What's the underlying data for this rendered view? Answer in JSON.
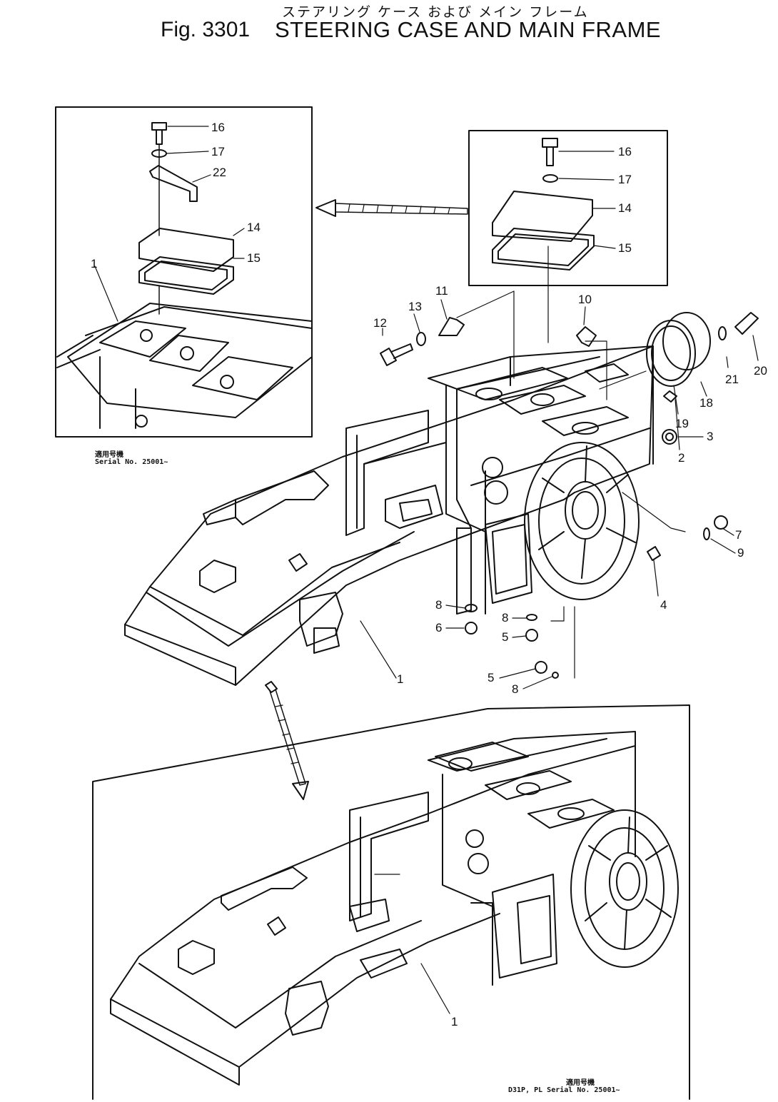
{
  "header": {
    "figure_number": "Fig. 3301",
    "title_jp": "ステアリング ケース および メイン フレーム",
    "title_en": "STEERING CASE AND MAIN FRAME"
  },
  "insets": {
    "top_left": {
      "serial_jp": "適用号機",
      "serial_en": "Serial No. 25001~"
    },
    "bottom": {
      "serial_jp": "適用号機",
      "serial_en": "D31P, PL Serial No. 25001~"
    }
  },
  "callouts": [
    {
      "label": "16"
    },
    {
      "label": "17"
    },
    {
      "label": "22"
    },
    {
      "label": "14"
    },
    {
      "label": "15"
    },
    {
      "label": "1"
    },
    {
      "label": "16"
    },
    {
      "label": "17"
    },
    {
      "label": "14"
    },
    {
      "label": "15"
    },
    {
      "label": "11"
    },
    {
      "label": "13"
    },
    {
      "label": "12"
    },
    {
      "label": "10"
    },
    {
      "label": "20"
    },
    {
      "label": "21"
    },
    {
      "label": "18"
    },
    {
      "label": "19"
    },
    {
      "label": "2"
    },
    {
      "label": "3"
    },
    {
      "label": "7"
    },
    {
      "label": "9"
    },
    {
      "label": "4"
    },
    {
      "label": "8"
    },
    {
      "label": "6"
    },
    {
      "label": "8"
    },
    {
      "label": "5"
    },
    {
      "label": "5"
    },
    {
      "label": "8"
    },
    {
      "label": "1"
    },
    {
      "label": "1"
    }
  ]
}
